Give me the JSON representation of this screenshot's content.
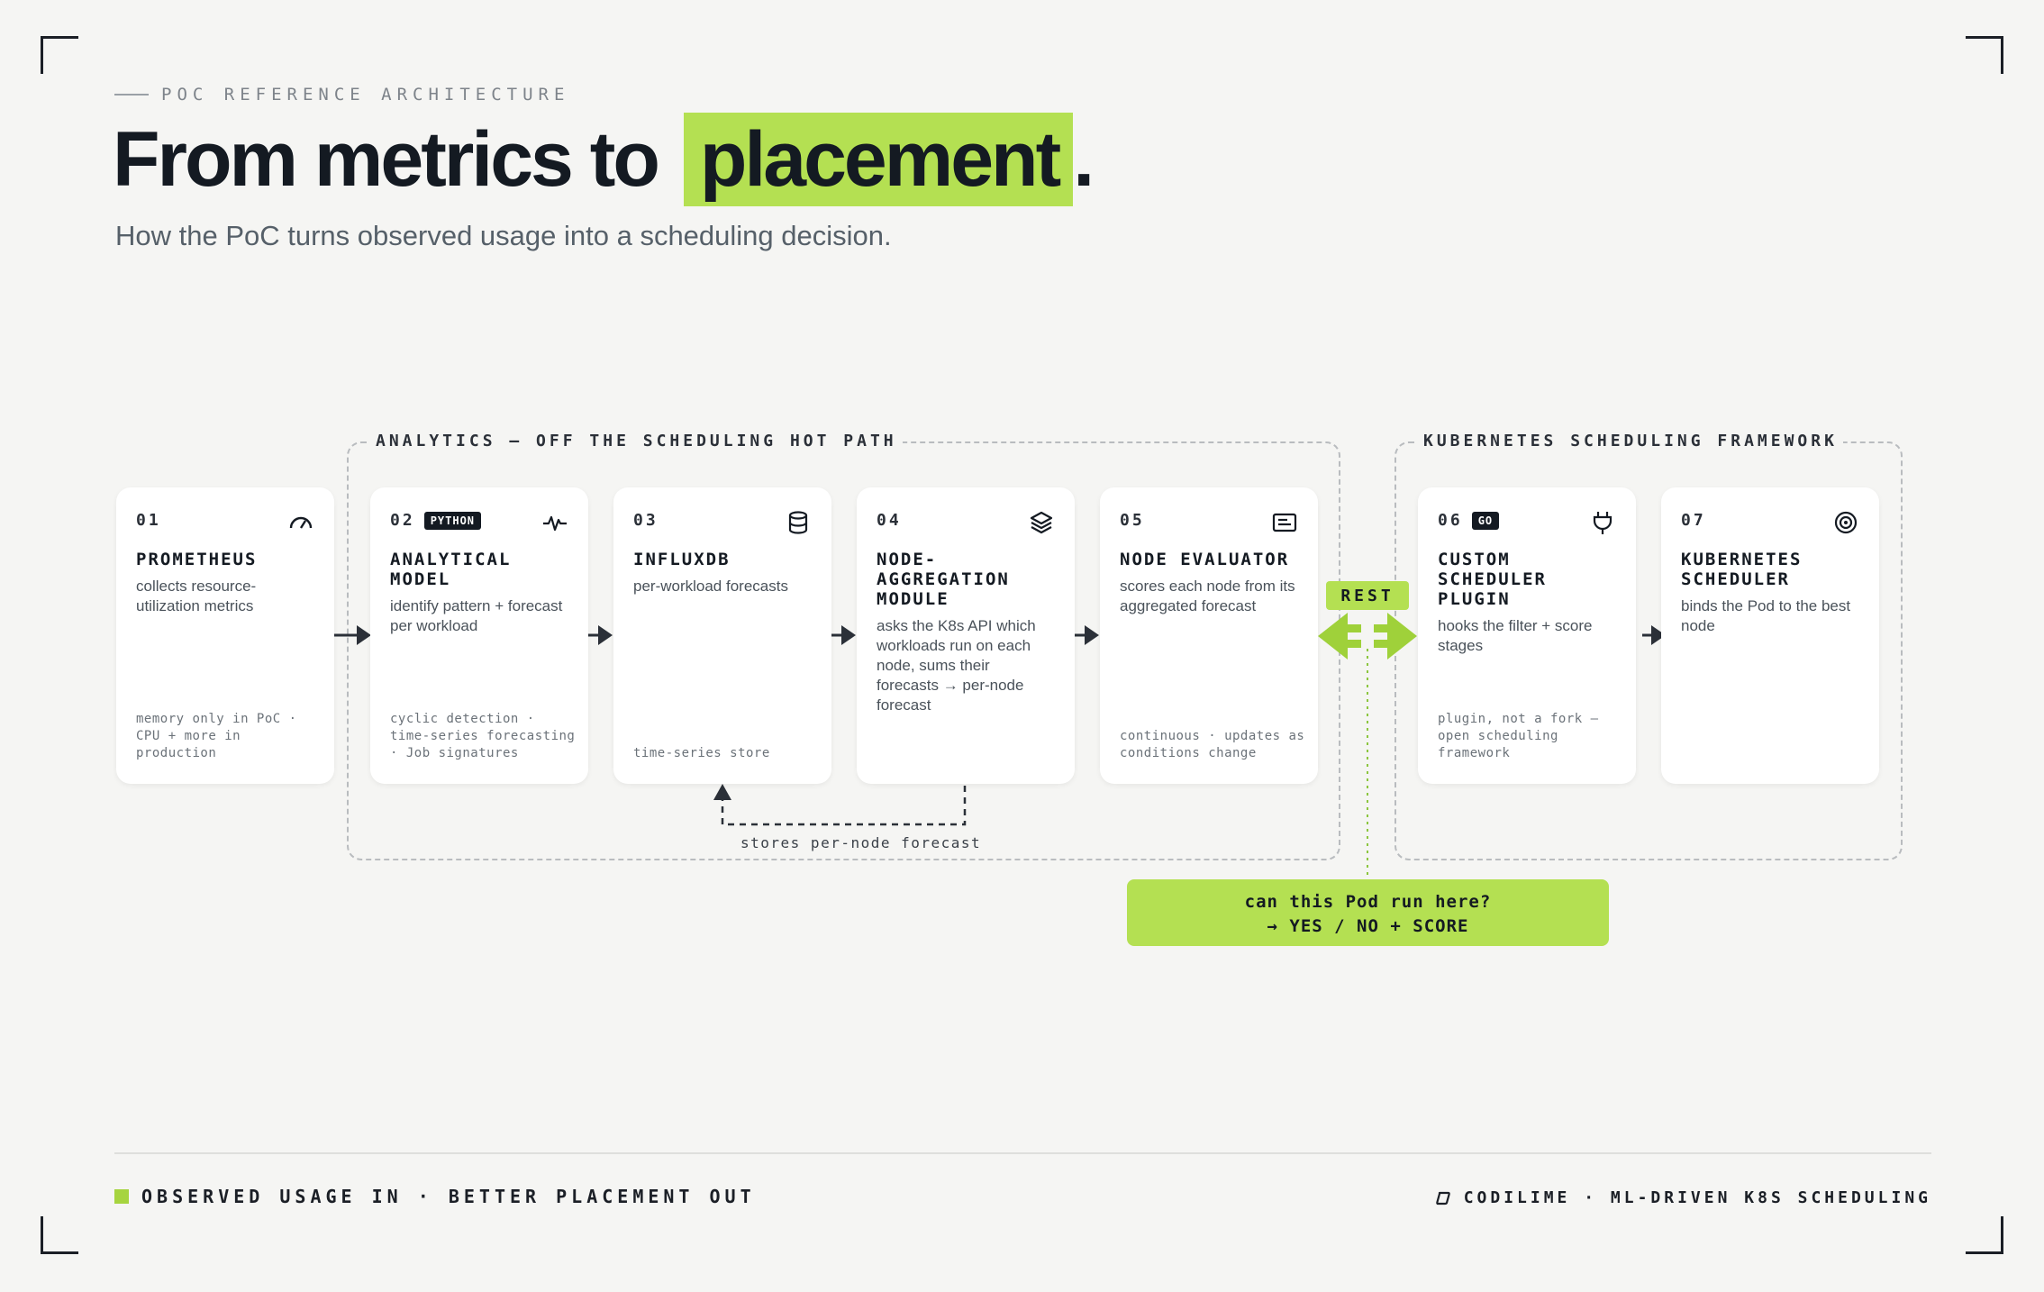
{
  "header": {
    "eyebrow": "POC REFERENCE ARCHITECTURE",
    "title_prefix": "From metrics to",
    "title_highlight": "placement",
    "title_suffix": ".",
    "subtitle": "How the PoC turns observed usage into a scheduling decision."
  },
  "groups": {
    "analytics": "ANALYTICS — OFF THE SCHEDULING HOT PATH",
    "k8s": "KUBERNETES SCHEDULING FRAMEWORK"
  },
  "cards": [
    {
      "num": "01",
      "tag": "",
      "name": "PROMETHEUS",
      "desc": "collects resource-utilization metrics",
      "foot": "memory only in PoC · CPU + more in production",
      "icon": "gauge-icon"
    },
    {
      "num": "02",
      "tag": "PYTHON",
      "name": "ANALYTICAL MODEL",
      "desc": "identify pattern + forecast per workload",
      "foot": "cyclic detection · time-series forecasting · Job signatures",
      "icon": "pulse-icon"
    },
    {
      "num": "03",
      "tag": "",
      "name": "INFLUXDB",
      "desc": "per-workload forecasts",
      "foot": "time-series store",
      "icon": "database-icon"
    },
    {
      "num": "04",
      "tag": "",
      "name": "NODE-AGGREGATION MODULE",
      "desc": "asks the K8s API which workloads run on each node, sums their forecasts → per-node forecast",
      "foot": "",
      "icon": "layers-icon"
    },
    {
      "num": "05",
      "tag": "",
      "name": "NODE EVALUATOR",
      "desc": "scores each node from its aggregated forecast",
      "foot": "continuous · updates as conditions change",
      "icon": "scorecard-icon"
    },
    {
      "num": "06",
      "tag": "GO",
      "name": "CUSTOM SCHEDULER PLUGIN",
      "desc": "hooks the filter + score stages",
      "foot": "plugin, not a fork — open scheduling framework",
      "icon": "plug-icon"
    },
    {
      "num": "07",
      "tag": "",
      "name": "KUBERNETES SCHEDULER",
      "desc": "binds the Pod to the best node",
      "foot": "",
      "icon": "target-icon"
    }
  ],
  "rest_label": "REST",
  "loop_label": "stores per-node forecast",
  "callout": {
    "line1": "can this Pod run here?",
    "line2": "→ YES / NO + SCORE"
  },
  "footer": {
    "left": "OBSERVED USAGE IN · BETTER PLACEMENT OUT",
    "right": "CODILIME · ML-DRIVEN K8S SCHEDULING"
  },
  "colors": {
    "accent": "#b4e052",
    "ink": "#141a22",
    "background": "#f5f5f3"
  }
}
